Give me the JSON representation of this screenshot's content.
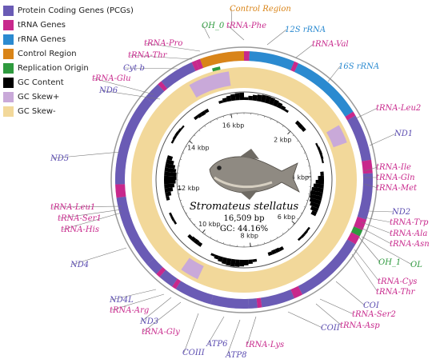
{
  "legend": [
    {
      "label": "Protein Coding Genes (PCGs)",
      "color": "#6a5bb5"
    },
    {
      "label": "tRNA Genes",
      "color": "#c8288c"
    },
    {
      "label": "rRNA Genes",
      "color": "#2b8ad0"
    },
    {
      "label": "Control Region",
      "color": "#d98418"
    },
    {
      "label": "Replication Origin",
      "color": "#2e9a3e"
    },
    {
      "label": "GC Content",
      "color": "#000000"
    },
    {
      "label": "GC Skew+",
      "color": "#c9a9d9"
    },
    {
      "label": "GC Skew-",
      "color": "#f2d89a"
    }
  ],
  "species": {
    "name": "Stromateus stellatus",
    "length": "16,509 bp",
    "gc": "GC: 44.16%"
  },
  "ticks": [
    "2 kbp",
    "4 kbp",
    "6 kbp",
    "8 kbp",
    "10 kbp",
    "12 kbp",
    "14 kbp",
    "16 kbp"
  ],
  "genes": [
    {
      "name": "Control Region",
      "type": "control"
    },
    {
      "name": "OH_0",
      "type": "origin"
    },
    {
      "name": "tRNA-Phe",
      "type": "trna"
    },
    {
      "name": "12S rRNA",
      "type": "rrna"
    },
    {
      "name": "tRNA-Val",
      "type": "trna"
    },
    {
      "name": "16S rRNA",
      "type": "rrna"
    },
    {
      "name": "tRNA-Leu2",
      "type": "trna"
    },
    {
      "name": "ND1",
      "type": "pcg"
    },
    {
      "name": "tRNA-Ile",
      "type": "trna"
    },
    {
      "name": "tRNA-Gln",
      "type": "trna"
    },
    {
      "name": "tRNA-Met",
      "type": "trna"
    },
    {
      "name": "ND2",
      "type": "pcg"
    },
    {
      "name": "tRNA-Trp",
      "type": "trna"
    },
    {
      "name": "tRNA-Ala",
      "type": "trna"
    },
    {
      "name": "tRNA-Asn",
      "type": "trna"
    },
    {
      "name": "OH_1",
      "type": "origin"
    },
    {
      "name": "OL",
      "type": "origin"
    },
    {
      "name": "tRNA-Cys",
      "type": "trna"
    },
    {
      "name": "tRNA-Thr",
      "type": "trna"
    },
    {
      "name": "COI",
      "type": "pcg"
    },
    {
      "name": "tRNA-Ser2",
      "type": "trna"
    },
    {
      "name": "tRNA-Asp",
      "type": "trna"
    },
    {
      "name": "COII",
      "type": "pcg"
    },
    {
      "name": "tRNA-Lys",
      "type": "trna"
    },
    {
      "name": "ATP8",
      "type": "pcg"
    },
    {
      "name": "ATP6",
      "type": "pcg"
    },
    {
      "name": "COIII",
      "type": "pcg"
    },
    {
      "name": "tRNA-Gly",
      "type": "trna"
    },
    {
      "name": "ND3",
      "type": "pcg"
    },
    {
      "name": "tRNA-Arg",
      "type": "trna"
    },
    {
      "name": "ND4L",
      "type": "pcg"
    },
    {
      "name": "ND4",
      "type": "pcg"
    },
    {
      "name": "tRNA-His",
      "type": "trna"
    },
    {
      "name": "tRNA-Ser1",
      "type": "trna"
    },
    {
      "name": "tRNA-Leu1",
      "type": "trna"
    },
    {
      "name": "ND5",
      "type": "pcg"
    },
    {
      "name": "tRNA-Glu",
      "type": "trna"
    },
    {
      "name": "ND6",
      "type": "pcg"
    },
    {
      "name": "Cyt b",
      "type": "pcg"
    },
    {
      "name": "tRNA-Thr",
      "type": "trna"
    },
    {
      "name": "tRNA-Pro",
      "type": "trna"
    }
  ]
}
